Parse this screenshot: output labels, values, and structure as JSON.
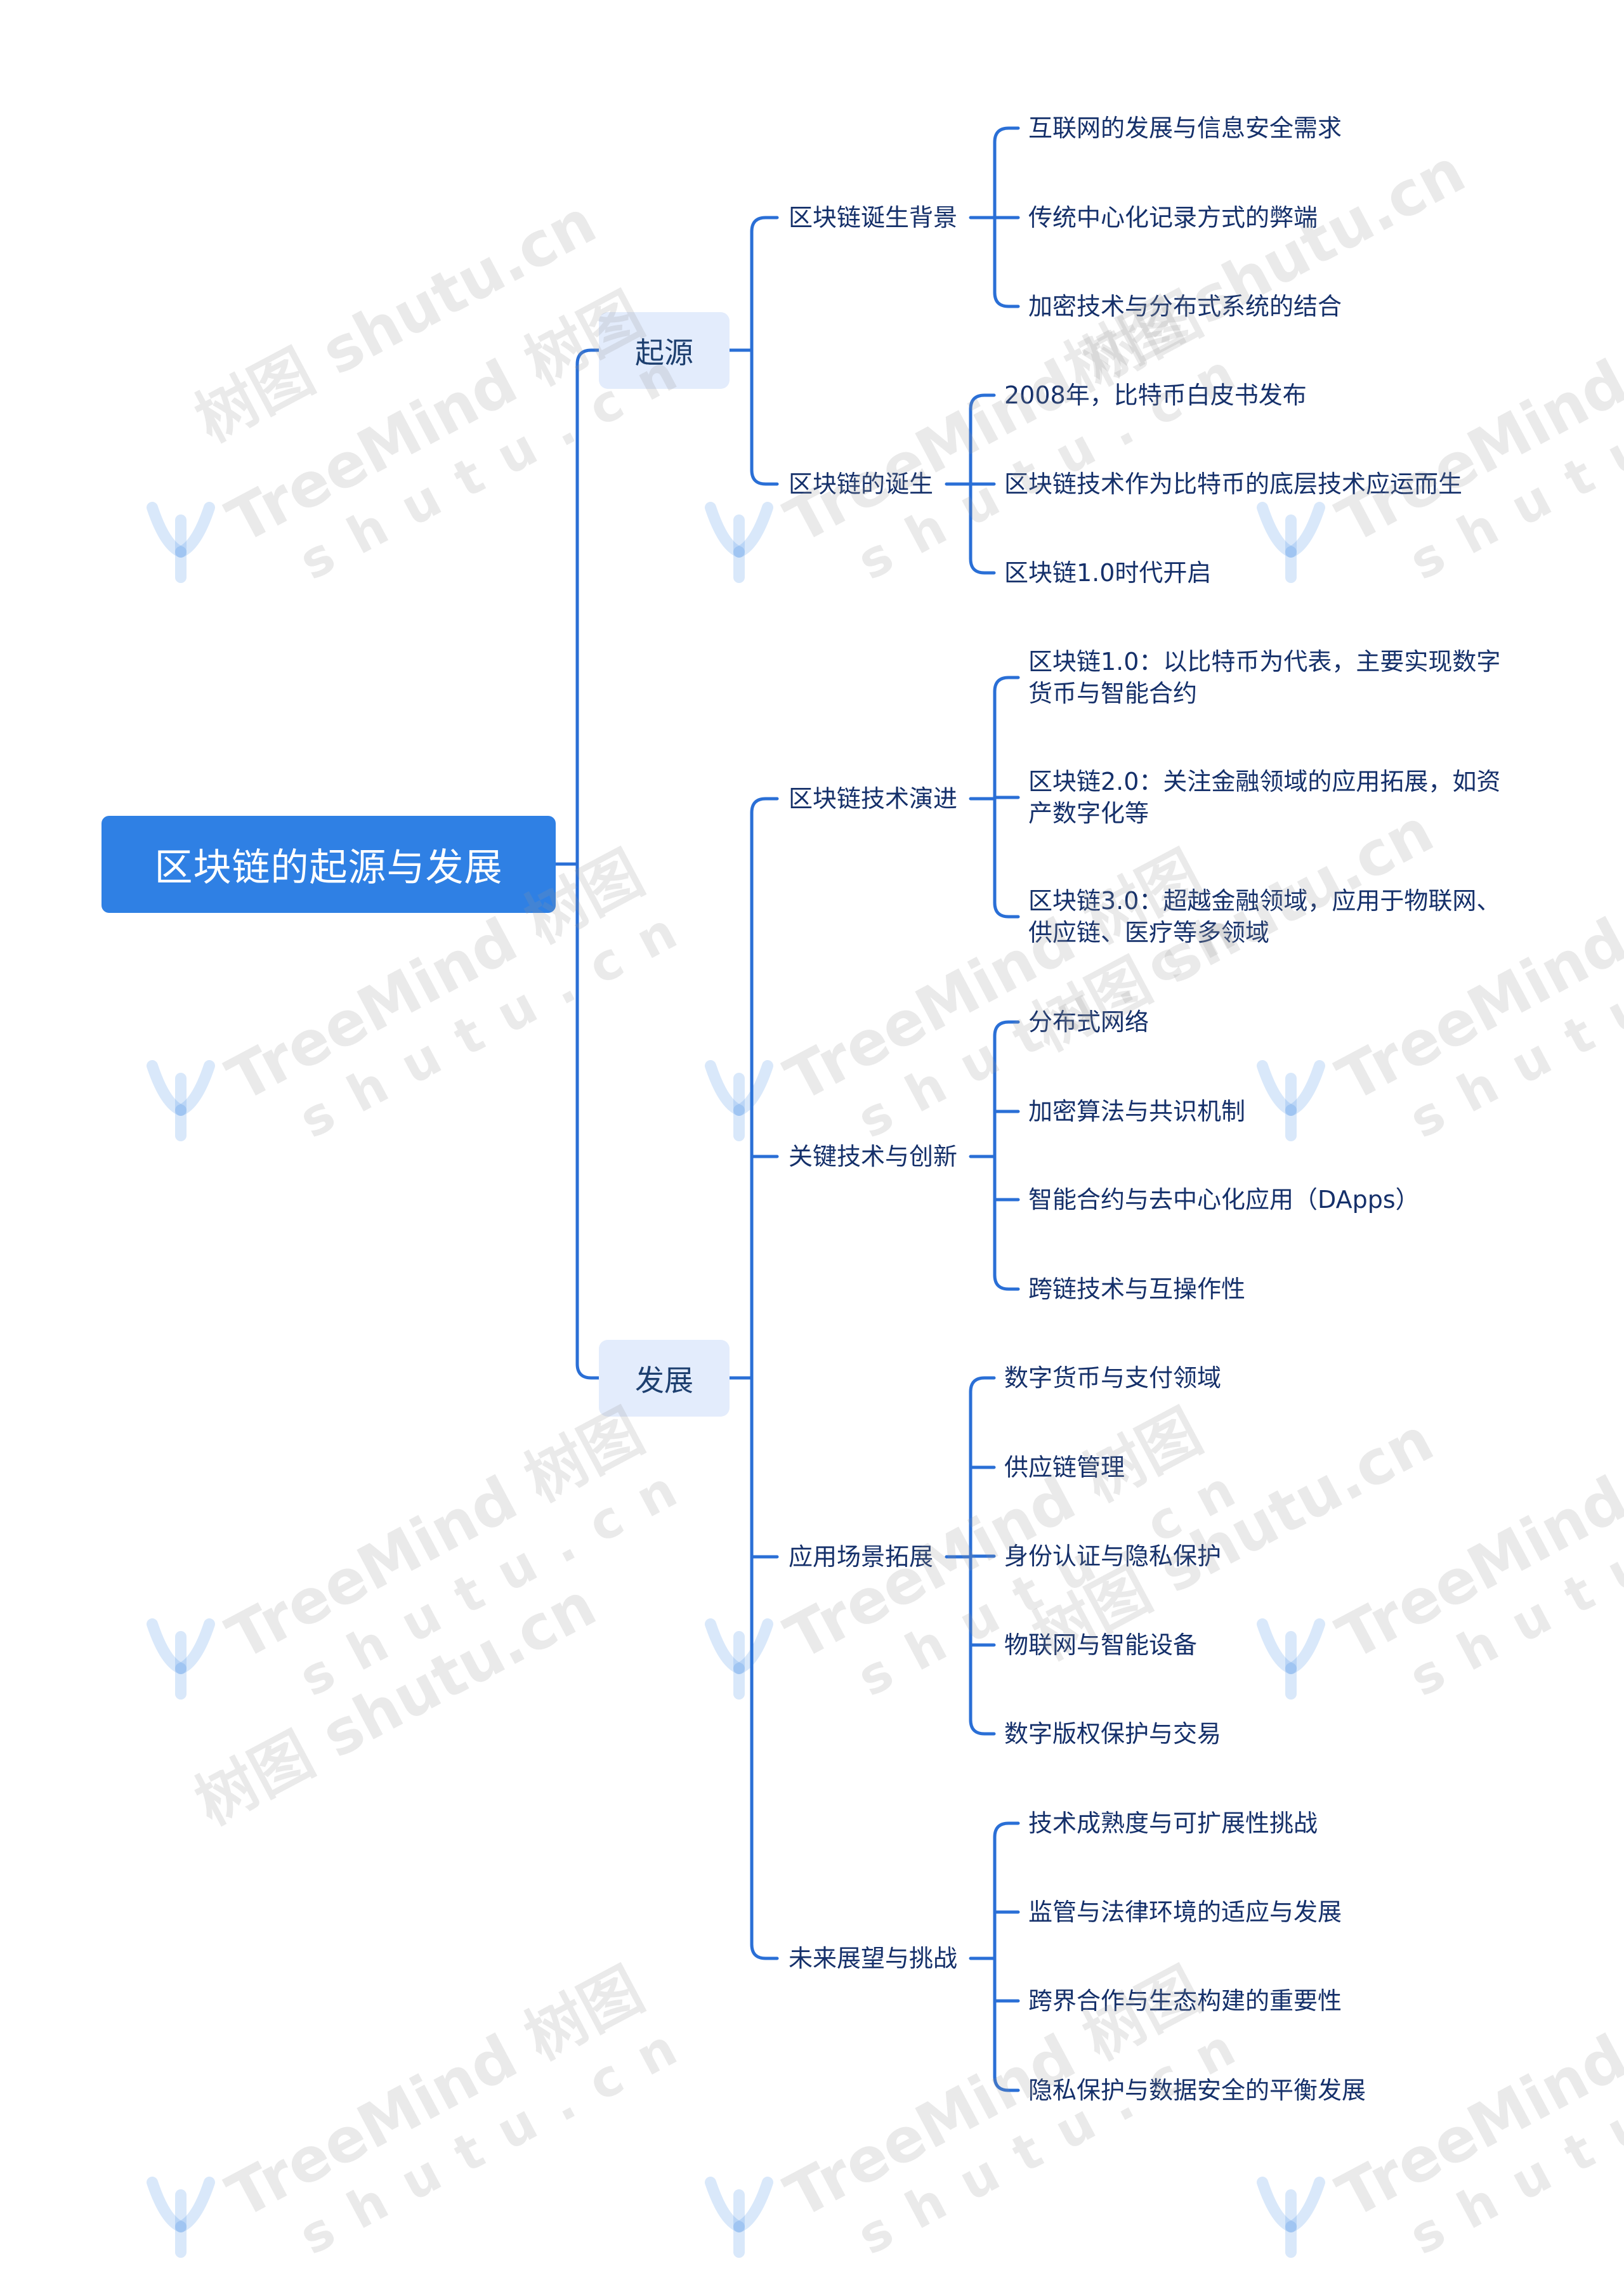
{
  "root": {
    "label": "区块链的起源与发展"
  },
  "branches": [
    {
      "label": "起源",
      "children": [
        {
          "label": "区块链诞生背景",
          "items": [
            "互联网的发展与信息安全需求",
            "传统中心化记录方式的弊端",
            "加密技术与分布式系统的结合"
          ]
        },
        {
          "label": "区块链的诞生",
          "items": [
            "2008年，比特币白皮书发布",
            "区块链技术作为比特币的底层技术应运而生",
            "区块链1.0时代开启"
          ]
        }
      ]
    },
    {
      "label": "发展",
      "children": [
        {
          "label": "区块链技术演进",
          "items": [
            "区块链1.0：以比特币为代表，主要实现数字\n货币与智能合约",
            "区块链2.0：关注金融领域的应用拓展，如资\n产数字化等",
            "区块链3.0：超越金融领域，应用于物联网、\n供应链、医疗等多领域"
          ]
        },
        {
          "label": "关键技术与创新",
          "items": [
            "分布式网络",
            "加密算法与共识机制",
            "智能合约与去中心化应用（DApps）",
            "跨链技术与互操作性"
          ]
        },
        {
          "label": "应用场景拓展",
          "items": [
            "数字货币与支付领域",
            "供应链管理",
            "身份认证与隐私保护",
            "物联网与智能设备",
            "数字版权保护与交易"
          ]
        },
        {
          "label": "未来展望与挑战",
          "items": [
            "技术成熟度与可扩展性挑战",
            "监管与法律环境的适应与发展",
            "跨界合作与生态构建的重要性",
            "隐私保护与数据安全的平衡发展"
          ]
        }
      ]
    }
  ],
  "watermark": {
    "brand": "TreeMind 树图",
    "domain": "shutu.cn",
    "domain_alt": "树图 shutu.cn"
  },
  "colors": {
    "root_bg": "#2f80e4",
    "branch_bg": "#e3ecfc",
    "line": "#2a6fd6",
    "text": "#15306a"
  }
}
